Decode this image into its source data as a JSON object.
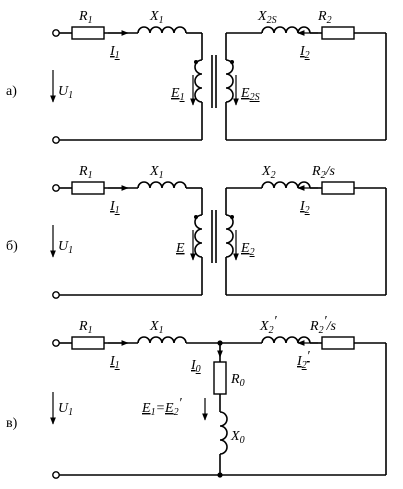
{
  "panels": [
    {
      "id": "a",
      "label": "а)",
      "R1": {
        "base": "R",
        "sub": "1"
      },
      "X1": {
        "base": "X",
        "sub": "1"
      },
      "I1": {
        "base": "I",
        "sub": "1"
      },
      "U1": {
        "base": "U",
        "sub": "1"
      },
      "E1": {
        "base": "E",
        "sub": "1"
      },
      "E2": {
        "base": "E",
        "sub": "2S"
      },
      "X2": {
        "base": "X",
        "sub": "2S"
      },
      "R2": {
        "base": "R",
        "sub": "2"
      },
      "I2": {
        "base": "I",
        "sub": "2"
      }
    },
    {
      "id": "b",
      "label": "б)",
      "R1": {
        "base": "R",
        "sub": "1"
      },
      "X1": {
        "base": "X",
        "sub": "1"
      },
      "I1": {
        "base": "I",
        "sub": "1"
      },
      "U1": {
        "base": "U",
        "sub": "1"
      },
      "E1": {
        "base": "E",
        "sub": ""
      },
      "E2": {
        "base": "E",
        "sub": "2"
      },
      "X2": {
        "base": "X",
        "sub": "2"
      },
      "R2": {
        "base": "R",
        "sub": "2",
        "suffix": "/s"
      },
      "I2": {
        "base": "I",
        "sub": "2"
      }
    },
    {
      "id": "c",
      "label": "в)",
      "R1": {
        "base": "R",
        "sub": "1"
      },
      "X1": {
        "base": "X",
        "sub": "1"
      },
      "I1": {
        "base": "I",
        "sub": "1"
      },
      "U1": {
        "base": "U",
        "sub": "1"
      },
      "I0": {
        "base": "I",
        "sub": "0"
      },
      "R0": {
        "base": "R",
        "sub": "0"
      },
      "X0": {
        "base": "X",
        "sub": "0"
      },
      "E12": {
        "left": "E",
        "left_sub": "1",
        "eq": "=",
        "right": "E",
        "right_sub": "2",
        "prime": "′"
      },
      "X2": {
        "base": "X",
        "sub": "2",
        "prime": "′"
      },
      "R2": {
        "base": "R",
        "sub": "2",
        "prime": "′",
        "suffix": "/s"
      },
      "I2": {
        "base": "I",
        "sub": "2",
        "prime": "′"
      }
    }
  ]
}
